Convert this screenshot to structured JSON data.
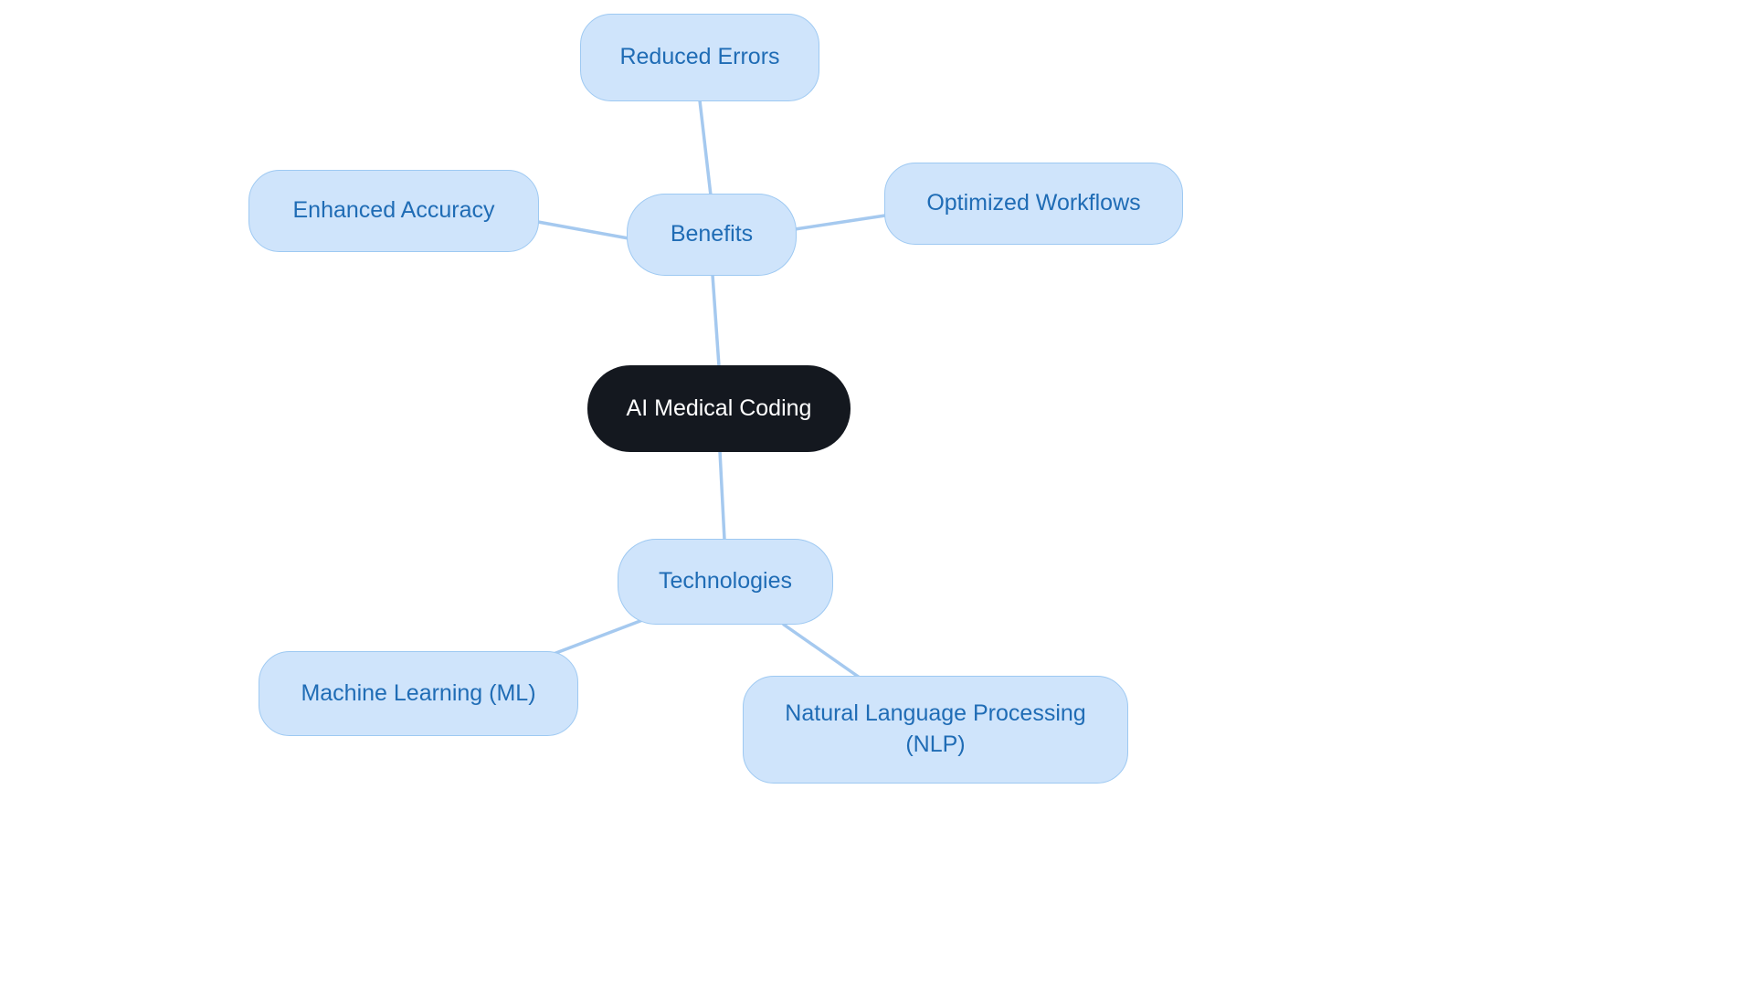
{
  "diagram": {
    "type": "mindmap",
    "nodes": {
      "center": {
        "label": "AI Medical Coding",
        "role": "root"
      },
      "benefits": {
        "label": "Benefits",
        "role": "branch",
        "parent": "center"
      },
      "reduced_errors": {
        "label": "Reduced Errors",
        "role": "leaf",
        "parent": "benefits"
      },
      "enhanced_accuracy": {
        "label": "Enhanced Accuracy",
        "role": "leaf",
        "parent": "benefits"
      },
      "optimized_workflows": {
        "label": "Optimized Workflows",
        "role": "leaf",
        "parent": "benefits"
      },
      "technologies": {
        "label": "Technologies",
        "role": "branch",
        "parent": "center"
      },
      "machine_learning": {
        "label": "Machine Learning (ML)",
        "role": "leaf",
        "parent": "technologies"
      },
      "nlp": {
        "label": "Natural Language Processing (NLP)",
        "role": "leaf",
        "parent": "technologies"
      }
    },
    "edges": [
      {
        "from": "reduced_errors",
        "to": "benefits"
      },
      {
        "from": "enhanced_accuracy",
        "to": "benefits"
      },
      {
        "from": "optimized_workflows",
        "to": "benefits"
      },
      {
        "from": "benefits",
        "to": "center"
      },
      {
        "from": "center",
        "to": "technologies"
      },
      {
        "from": "technologies",
        "to": "machine_learning"
      },
      {
        "from": "technologies",
        "to": "nlp"
      }
    ]
  },
  "colors": {
    "node_fill": "#cfe4fb",
    "node_border": "#9ec9f2",
    "node_text": "#1f6cb5",
    "edge_color": "#a5c9ef",
    "center_fill": "#14181f",
    "center_text": "#ffffff",
    "background": "#ffffff"
  }
}
